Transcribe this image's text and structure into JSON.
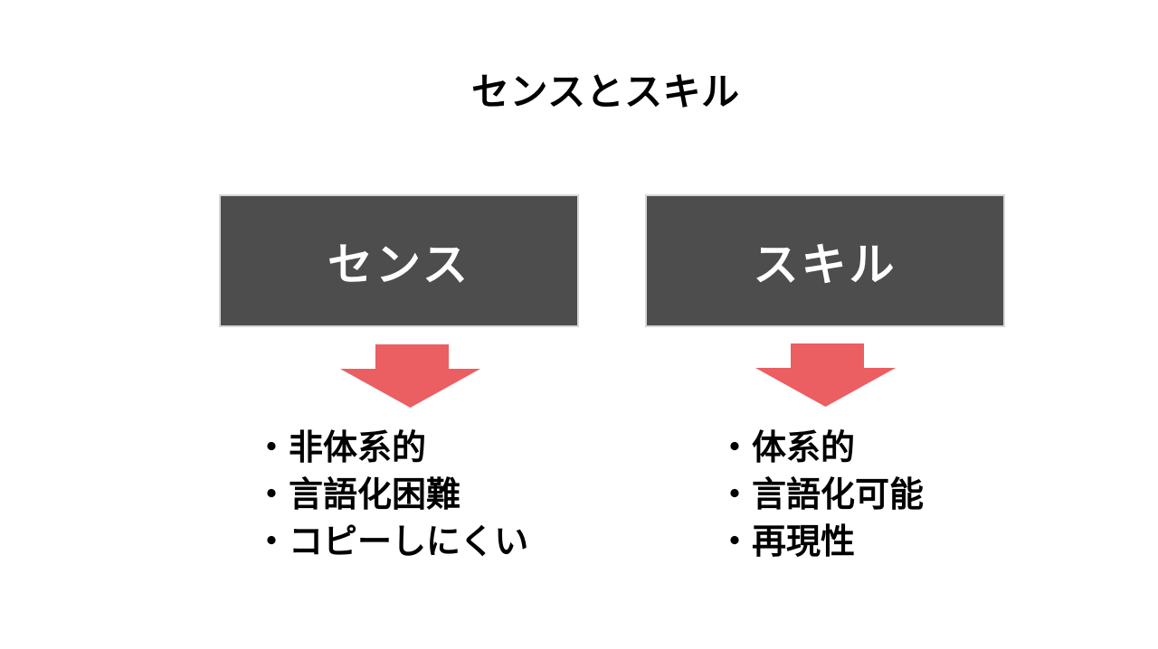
{
  "title": "センスとスキル",
  "colors": {
    "box_bg": "#4d4d4d",
    "box_border": "#d6d6d6",
    "box_text": "#ffffff",
    "arrow": "#eb5e61",
    "text": "#000000"
  },
  "sense": {
    "heading": "センス",
    "items": [
      "・非体系的",
      "・言語化困難",
      "・コピーしにくい"
    ]
  },
  "skill": {
    "heading": "スキル",
    "items": [
      "・体系的",
      "・言語化可能",
      "・再現性"
    ]
  }
}
